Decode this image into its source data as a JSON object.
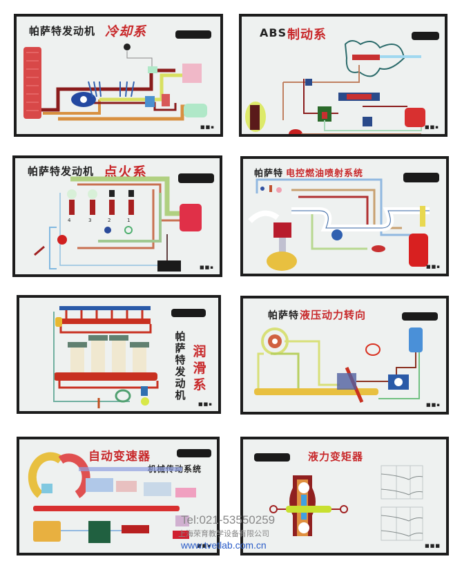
{
  "panels": [
    {
      "id": "cooling",
      "title_black": "帕萨特发动机",
      "title_red": "冷却系",
      "dots": "■■▪"
    },
    {
      "id": "abs",
      "title_black": "ABS",
      "title_red": "制动系",
      "dots": "■■▪"
    },
    {
      "id": "ignition",
      "title_black": "帕萨特发动机",
      "title_red": "点火系",
      "dots": "■■▪",
      "cylinder_labels": [
        "4",
        "3",
        "2",
        "1"
      ]
    },
    {
      "id": "efi",
      "title_black": "帕萨特",
      "title_red": "电控燃油喷射系统",
      "dots": "■■▪"
    },
    {
      "id": "lubrication",
      "title_black_vertical": [
        "帕",
        "萨",
        "特",
        "发",
        "动",
        "机"
      ],
      "title_red_vertical": [
        "润",
        "滑",
        "系"
      ],
      "dots": "■■▪"
    },
    {
      "id": "power-steering",
      "title_black": "帕萨特",
      "title_red": "液压动力转向",
      "dots": "■■▪"
    },
    {
      "id": "auto-trans",
      "title_red": "自动变速器",
      "subtitle": "机械传动系统",
      "dots": "■■▪"
    },
    {
      "id": "torque-converter",
      "title_red": "液力变矩器",
      "dots": "■■■"
    }
  ],
  "watermark": {
    "tel": "Tel:021-53550259",
    "company": "上海荣育教学设备有限公司",
    "url": "www.tvetlab.com.cn"
  },
  "colors": {
    "frame": "#1c1c1c",
    "board": "#eef1f0",
    "title_red": "#c8282a",
    "pipe_red": "#b8302a",
    "pipe_yellow": "#d8e060",
    "pipe_orange": "#d89040",
    "pipe_blue": "#3060b0",
    "watermark_gray": "#888888",
    "watermark_blue": "#2a5cc8"
  }
}
